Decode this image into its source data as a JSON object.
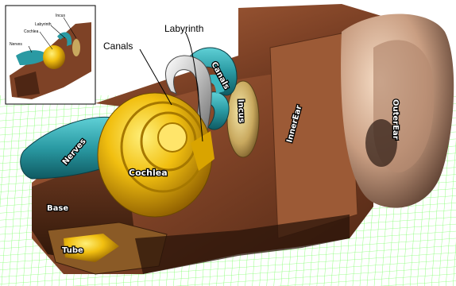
{
  "labels": {
    "labyrinth": "Labyrinth",
    "canals_callout": "Canals",
    "canals_on_model": "Canals",
    "incus": "Incus",
    "inner_ear": "InnerEar",
    "outer_ear": "OuterEar",
    "nerves": "Nerves",
    "cochlea": "Cochlea",
    "base": "Base",
    "tube": "Tube"
  },
  "inset": {
    "labels": {
      "incus": "Incus",
      "labyrinth": "Labyrinth",
      "cochlea": "Cochlea",
      "nerves": "Nerves"
    }
  },
  "colors": {
    "grid": "#7CFF66",
    "background": "#FFFFFF",
    "housing": "#8A4A2A",
    "cochlea_gold": "#E6B800",
    "nerves_teal": "#2A9AA3",
    "canals_silver": "#C8C8C8",
    "outer_ear_skin": "#D9B59C"
  }
}
